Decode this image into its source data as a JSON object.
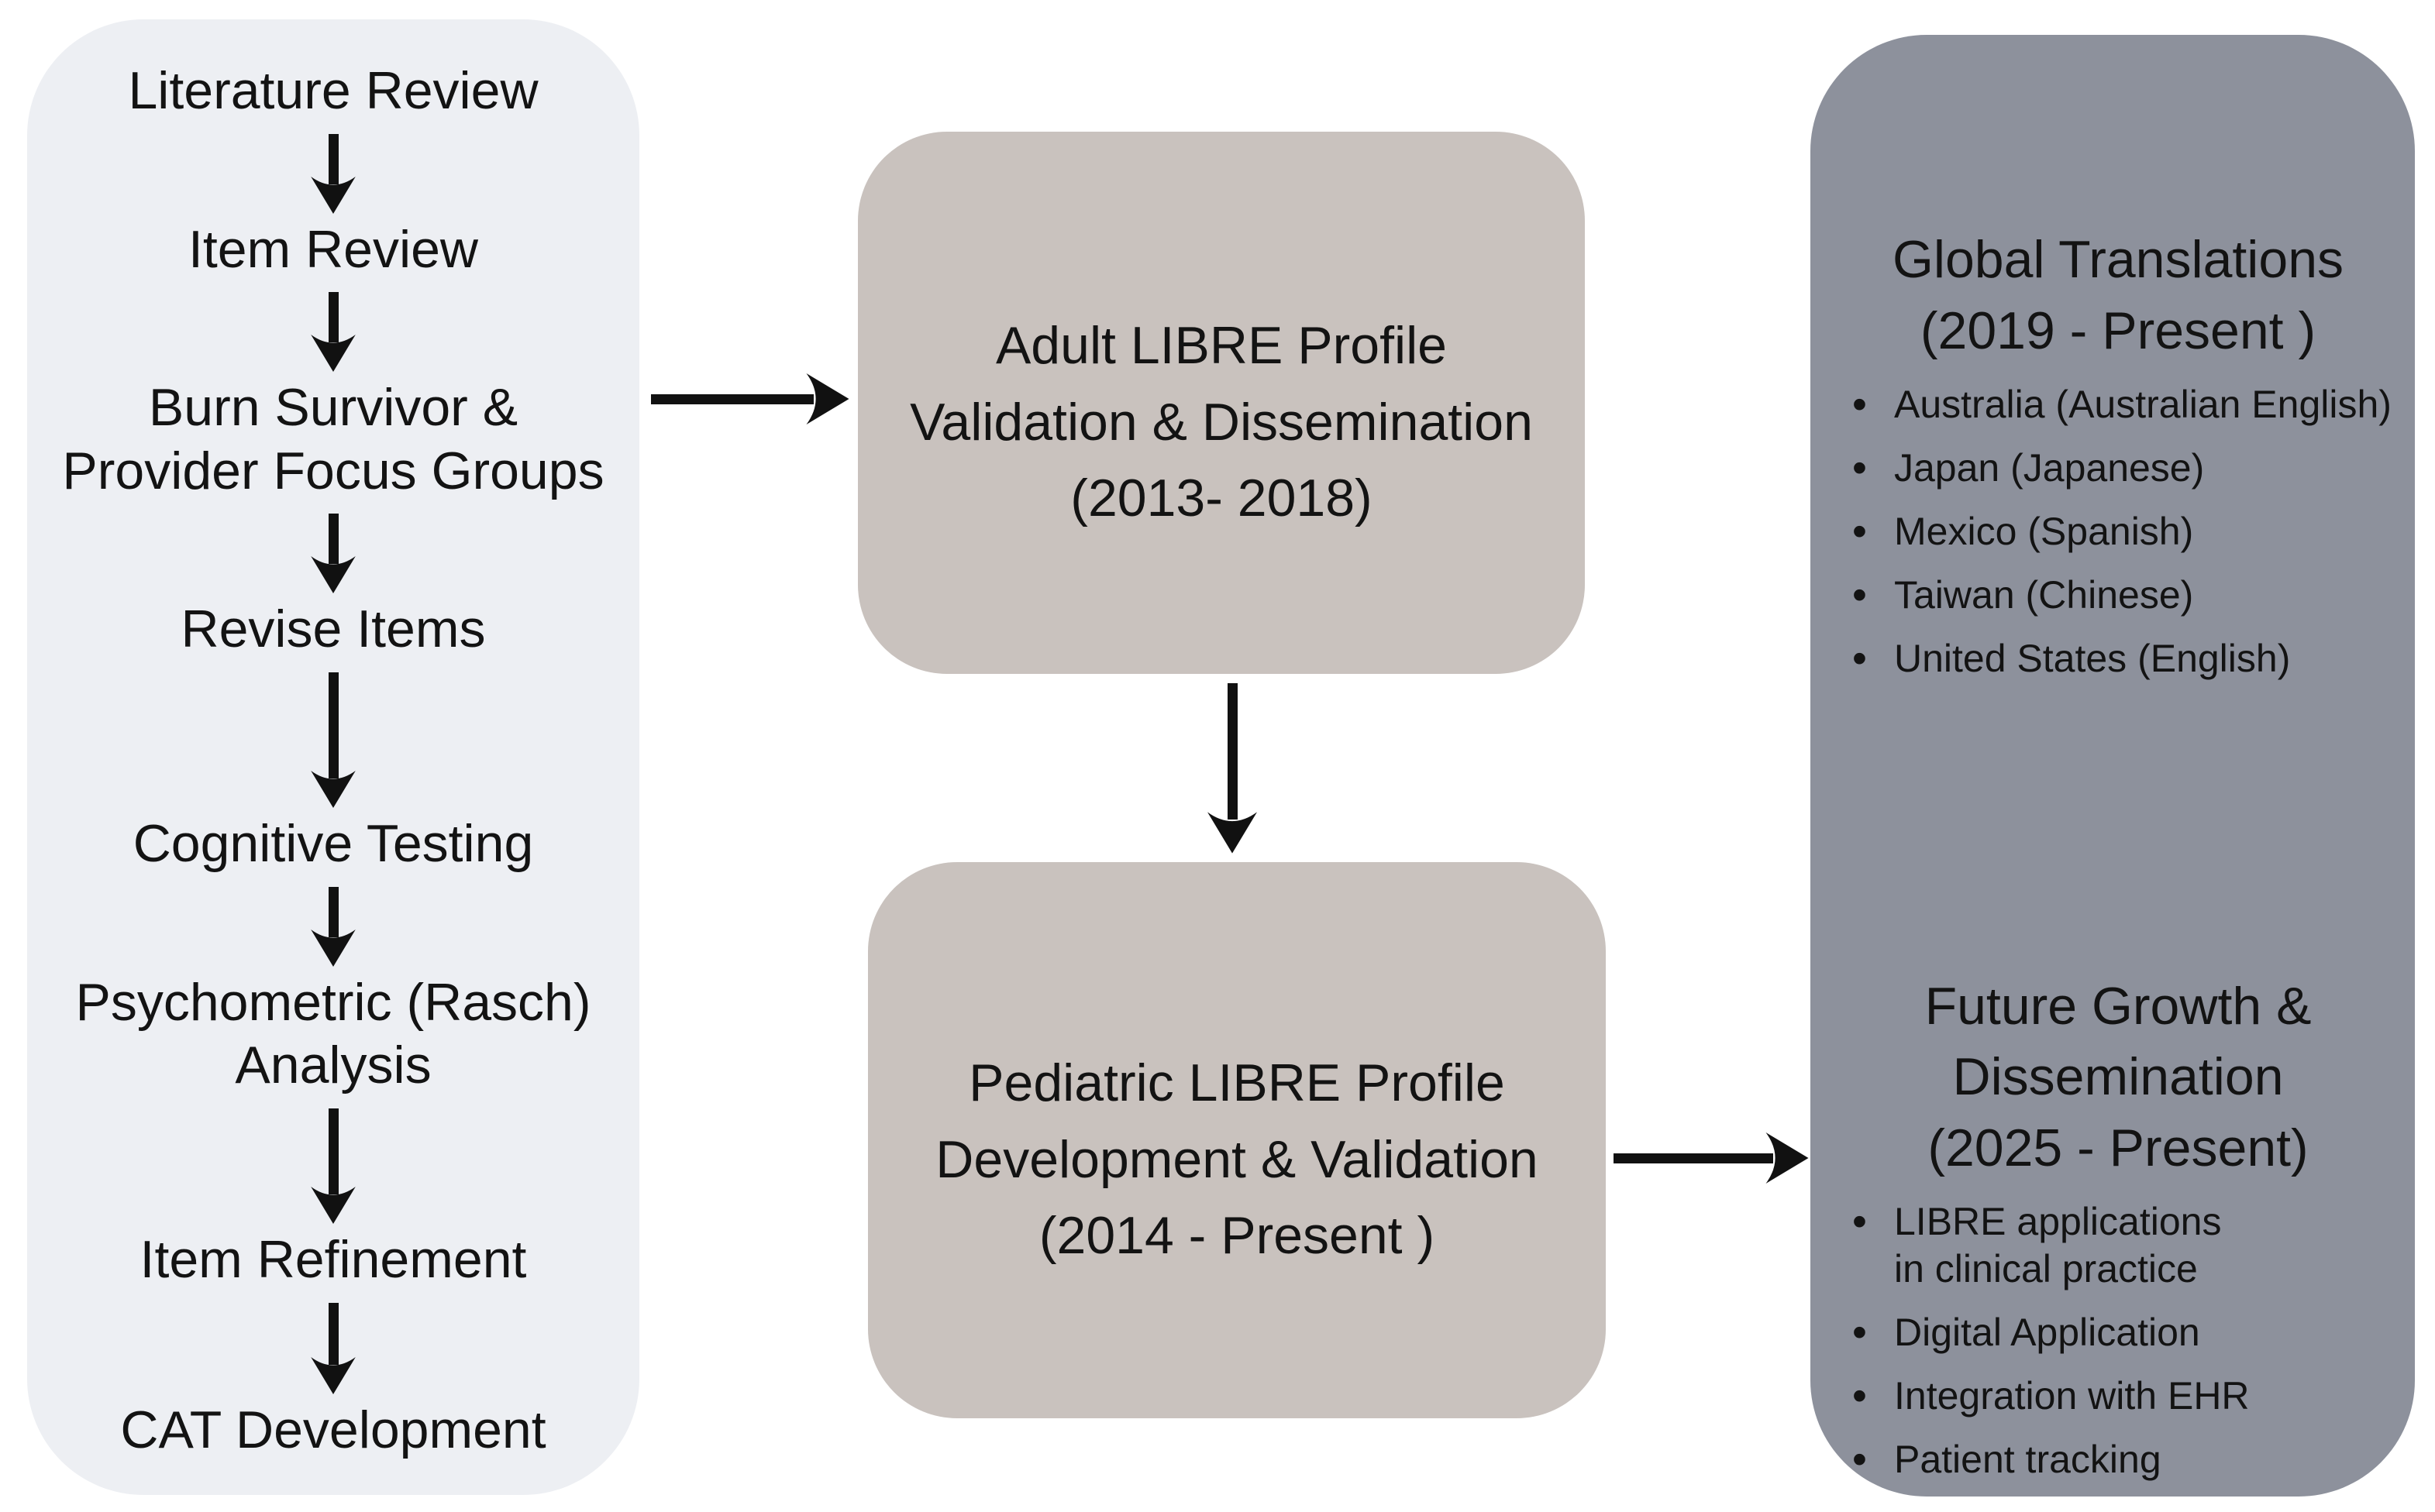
{
  "colors": {
    "page_bg": "#ffffff",
    "left_panel_bg": "#edeff3",
    "box_bg": "#c9c2be",
    "right_panel_bg": "#8d919c",
    "arrow": "#111111",
    "text": "#131313"
  },
  "left_panel": {
    "steps": [
      "Literature Review",
      "Item Review",
      "Burn Survivor &\nProvider Focus Groups",
      "Revise Items",
      "Cognitive Testing",
      "Psychometric (Rasch)\nAnalysis",
      "Item Refinement",
      "CAT Development"
    ]
  },
  "adult_box": {
    "title": "Adult LIBRE Profile\nValidation & Dissemination\n(2013- 2018)"
  },
  "pediatric_box": {
    "title": "Pediatric LIBRE Profile\nDevelopment & Validation\n(2014 - Present )"
  },
  "right_panel": {
    "global_translations": {
      "title": "Global Translations",
      "subtitle": "(2019 - Present )",
      "items": [
        "Australia (Australian English)",
        "Japan (Japanese)",
        "Mexico (Spanish)",
        "Taiwan (Chinese)",
        "United States (English)"
      ]
    },
    "future_growth": {
      "title": "Future Growth &\nDissemination",
      "subtitle": "(2025 - Present)",
      "items": [
        "LIBRE applications\nin clinical practice",
        "Digital Application",
        "Integration with EHR",
        "Patient tracking"
      ]
    }
  }
}
